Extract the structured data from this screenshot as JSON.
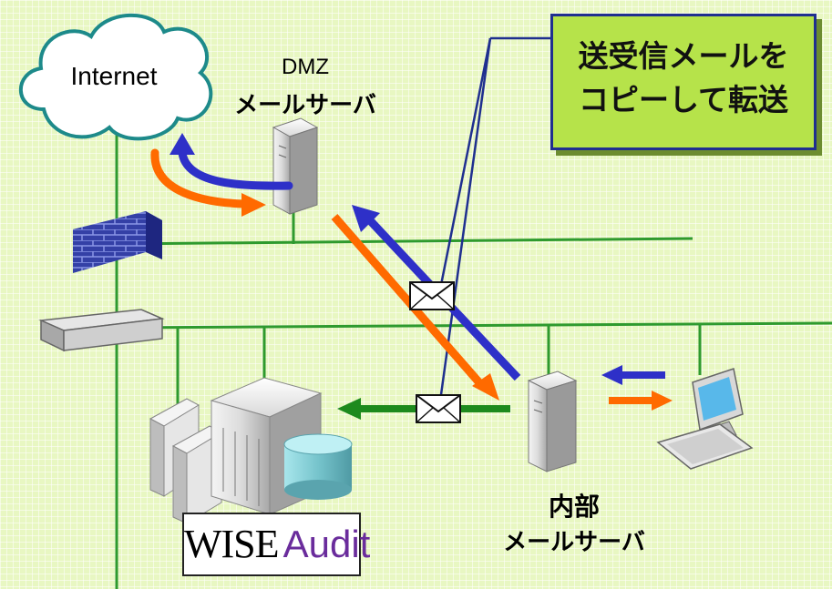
{
  "internet_label": "Internet",
  "dmz_server": {
    "line1": "DMZ",
    "line2": "メールサーバ"
  },
  "internal_server": {
    "line1": "内部",
    "line2": "メールサーバ"
  },
  "callout": {
    "line1": "送受信メールを",
    "line2": "コピーして転送"
  },
  "product_logo": {
    "part1": "WISE",
    "part2": "Audit"
  },
  "colors": {
    "background": "#e8f7c2",
    "orange_arrow": "#ff6a00",
    "blue_arrow": "#2e30c8",
    "green_arrow": "#1d8a1d",
    "network_line": "#2e9a2e",
    "callout_fill": "#b6e34a",
    "callout_border": "#1f2f8f",
    "logo_audit": "#6a2c9c"
  },
  "icons": [
    "cloud-icon",
    "server-icon",
    "firewall-icon",
    "router-icon",
    "envelope-icon",
    "pc-icon",
    "database-icon"
  ]
}
